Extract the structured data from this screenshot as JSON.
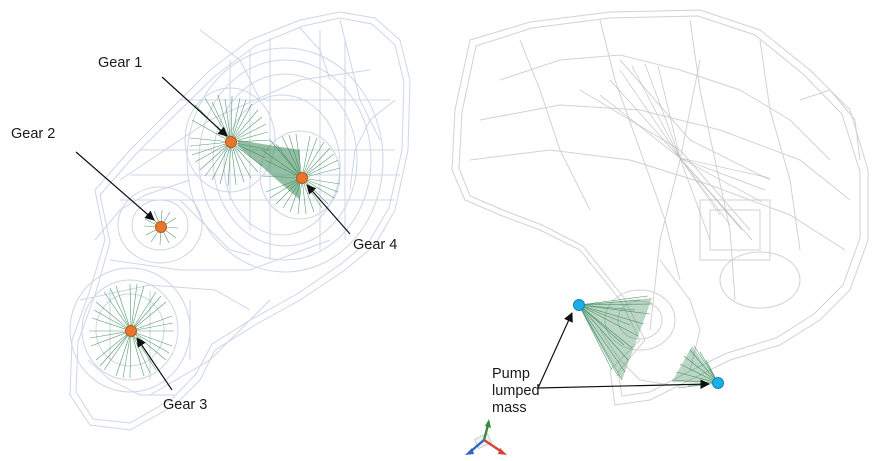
{
  "left_panel": {
    "callouts": [
      {
        "label": "Gear 1"
      },
      {
        "label": "Gear 2"
      },
      {
        "label": "Gear 3"
      },
      {
        "label": "Gear 4"
      }
    ]
  },
  "right_panel": {
    "pump_label_lines": [
      "Pump",
      "lumped",
      "mass"
    ]
  },
  "colors": {
    "wireframe_left": "#cdd6e6",
    "wireframe_right": "#d2d2d2",
    "rbe_spider": "#3c8a5a",
    "gear_node": "#e8772e",
    "pump_node": "#1aaee8",
    "arrow": "#111111",
    "triad_x": "#d9403a",
    "triad_y": "#3a8a3c",
    "triad_z": "#2e66c9"
  },
  "icons": [
    "coordinate-triad-icon"
  ]
}
